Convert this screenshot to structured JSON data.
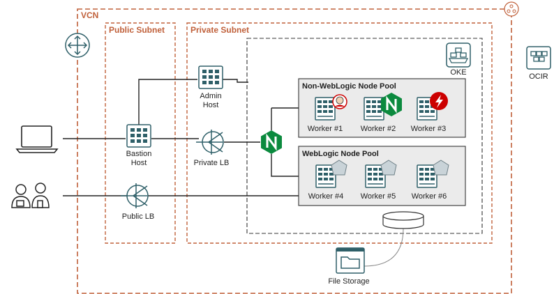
{
  "regions": {
    "vcn": "VCN",
    "public_subnet": "Public Subnet",
    "private_subnet": "Private Subnet"
  },
  "pools": {
    "non_weblogic": "Non-WebLogic Node Pool",
    "weblogic": "WebLogic Node Pool"
  },
  "nodes": {
    "admin_host": [
      "Admin",
      "Host"
    ],
    "bastion_host": [
      "Bastion",
      "Host"
    ],
    "private_lb": "Private LB",
    "public_lb": "Public LB",
    "oke": "OKE",
    "ocir": "OCIR",
    "file_storage": "File Storage",
    "workers": [
      "Worker #1",
      "Worker #2",
      "Worker #3",
      "Worker #4",
      "Worker #5",
      "Worker #6"
    ]
  },
  "colors": {
    "region_border": "#c0603a",
    "teal": "#2e5f68",
    "nginx_green": "#0b8a3e",
    "redhat_red": "#cc0000",
    "pool_fill": "#ebebeb",
    "hexagon_fill": "#c9d3d8"
  }
}
